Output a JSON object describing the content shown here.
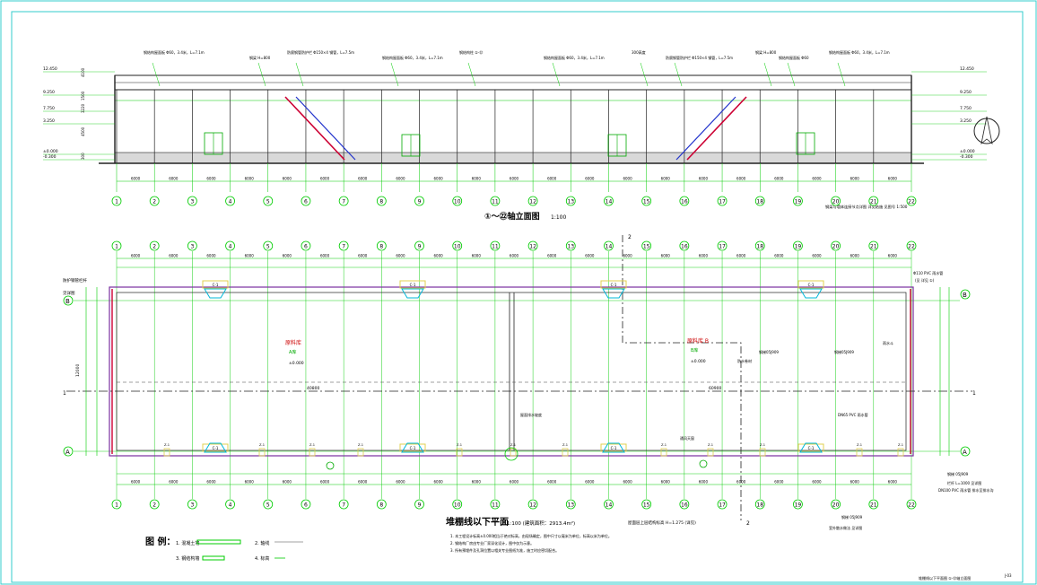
{
  "colors": {
    "border": "#33cccc",
    "axis_line": "#00cc00",
    "wall": "#222222",
    "beam": "#7a2fa0",
    "stair": "#cc0033",
    "door_fill": "#00aa00",
    "text_dark": "#000000",
    "room_label": "#cc0000",
    "window_tag": "#00b8d8",
    "window_frame": "#e0d050"
  },
  "elevation": {
    "title": "①～㉒轴立面图",
    "scale": "1:100",
    "levels_left": [
      "12.450",
      "9.250",
      "7.750",
      "3.250",
      "±0.000",
      "-0.300"
    ],
    "levels_right": [
      "12.450",
      "9.250",
      "7.750",
      "3.250",
      "±0.000",
      "-0.300"
    ],
    "dims_left": [
      "4100",
      "1500",
      "3220",
      "4500",
      "300"
    ],
    "callouts": [
      "钢结构屋面板 Φ60，3.4米，L=7.1m",
      "钢梁 H=800",
      "防腐钢管防护栏 Φ150×4 钢管，L=7.5m",
      "钢结构屋面板 Φ60，3.4米，L=7.1m",
      "钢结构柱 ①-㉒",
      "钢结构屋面板 Φ60，3.4米，L=7.1m",
      "300高度",
      "防腐钢管防护栏 Φ150×4 钢管，L=7.5m",
      "钢梁 H=800",
      "钢结构屋面板 Φ60",
      "钢结构屋面板 Φ60，3.4米，L=7.1m"
    ],
    "note_right": "钢梁与墙体连接节点详图  详见结施 见图号 1:500"
  },
  "axes": {
    "numbers": [
      "1",
      "2",
      "3",
      "4",
      "5",
      "6",
      "7",
      "8",
      "9",
      "10",
      "11",
      "12",
      "13",
      "14",
      "15",
      "16",
      "17",
      "18",
      "19",
      "20",
      "21",
      "22"
    ],
    "span_dims": [
      "6000",
      "6000",
      "6000",
      "6000",
      "6000",
      "6000",
      "6000",
      "6000",
      "6000",
      "6000",
      "6000",
      "6000",
      "6000",
      "6000",
      "6000",
      "6000",
      "6000",
      "6000",
      "6000",
      "6000",
      "6000"
    ],
    "total_left": "40800",
    "total_right": "60900",
    "row_B": "B",
    "row_A": "A",
    "section_1": "1",
    "section_2": "2",
    "vertical_total": "12000"
  },
  "plan": {
    "title": "堆棚线以下平面",
    "scale": "1:100 (建筑面积：2913.4m²)",
    "room_a_name": "原料库",
    "room_a_sub": "A库",
    "room_b_name": "原料库 B",
    "room_b_sub": "B库",
    "level_a": "±0.000",
    "level_b": "±0.000",
    "window_tags": [
      "C-1",
      "C-1",
      "C-1",
      "C-1",
      "C-1",
      "C-1",
      "C-1",
      "C-1"
    ],
    "column_tags": [
      "Z-1",
      "Z-1",
      "Z-1",
      "Z-1",
      "Z-1",
      "Z-1",
      "Z-1",
      "Z-1",
      "Z-1",
      "Z-1",
      "Z-1",
      "Z-1"
    ],
    "left_labels": [
      "防护钢管栏杆",
      "见详图"
    ],
    "right_labels": [
      "Φ110 PVC 雨水管",
      "(见 详见 ①)",
      "雨水斗",
      "DN65 PVC 雨水管",
      "钢梯 05J909",
      "栏杆 L=1000  见详图",
      "DN100 PVC 雨水管  排水至排水沟",
      "钢梯 05J909",
      "室外散水做法  见详图"
    ],
    "mid_labels": [
      "钢梯05J909",
      "钢梯05J909",
      "防水卷材",
      "屋面排水坡度",
      "通风天窗"
    ],
    "bottom_label": "屋面层上层结构标高 H=1.275 (详见)"
  },
  "legend": {
    "title": "图 例：",
    "items": [
      "1. 混凝土墙",
      "2. 轴线",
      "3. 钢结构墙",
      "4. 标高"
    ]
  },
  "notes": [
    "1. 本工程设计标高±0.000相当于绝对标高，由现场确定，图中尺寸以毫米为单位，标高以米为单位。",
    "2. 钢结构厂房由专业厂家深化设计，图中仅为示意。",
    "3. 所有预埋件及孔洞位置以相关专业图纸为准，施工时应密切配合。"
  ],
  "sheet": {
    "title": "堆棚线以下平面图  ①-㉒轴立面图",
    "number": "J-03"
  }
}
